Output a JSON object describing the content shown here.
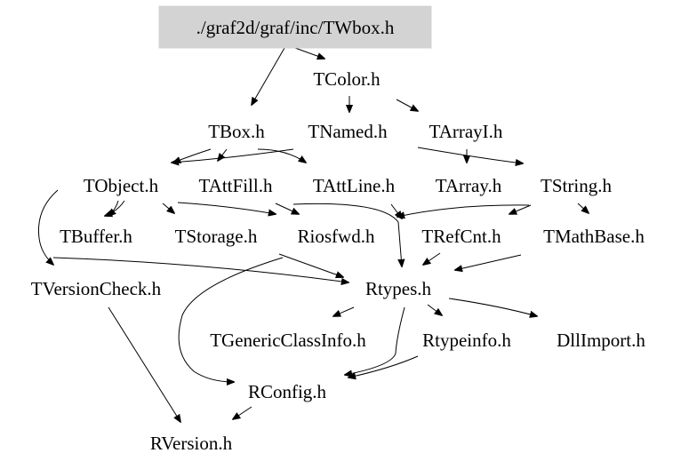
{
  "root": {
    "label": "./graf2d/graf/inc/TWbox.h",
    "fill_color": "#d3d3d3"
  },
  "nodes": {
    "tcolor": "TColor.h",
    "tbox": "TBox.h",
    "tnamed": "TNamed.h",
    "tarrayi": "TArrayI.h",
    "tobject": "TObject.h",
    "tattfill": "TAttFill.h",
    "tattline": "TAttLine.h",
    "tarray": "TArray.h",
    "tstring": "TString.h",
    "tbuffer": "TBuffer.h",
    "tstorage": "TStorage.h",
    "riosfwd": "Riosfwd.h",
    "trefcnt": "TRefCnt.h",
    "tmathbase": "TMathBase.h",
    "tversioncheck": "TVersionCheck.h",
    "rtypes": "Rtypes.h",
    "tgenericclassinfo": "TGenericClassInfo.h",
    "rtypeinfo": "Rtypeinfo.h",
    "dllimport": "DllImport.h",
    "rconfig": "RConfig.h",
    "rversion": "RVersion.h"
  }
}
